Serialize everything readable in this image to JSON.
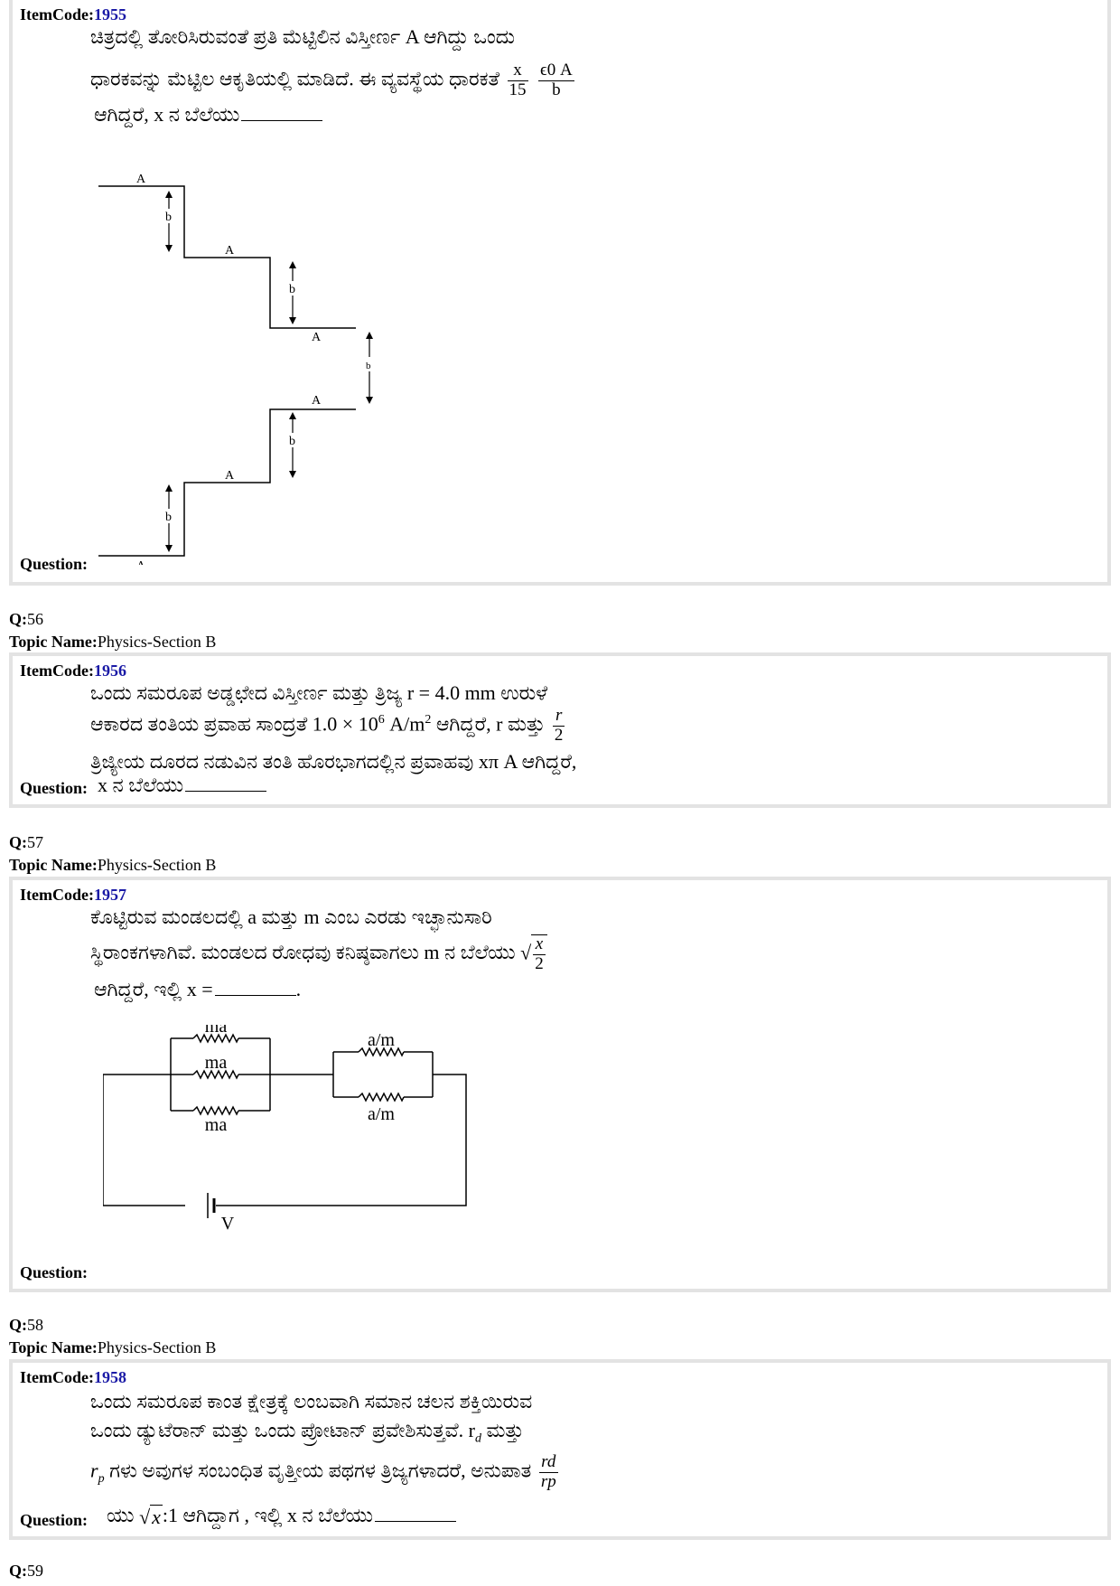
{
  "q55": {
    "item_code_label": "ItemCode:",
    "item_code": "1955",
    "line1": "ಚಿತ್ರದಲ್ಲಿ ತೋರಿಸಿರುವಂತೆ ಪ್ರತಿ ಮೆಟ್ಟಿಲಿನ ವಿಸ್ತೀರ್ಣ A ಆಗಿದ್ದು ಒಂದು",
    "line2": "ಧಾರಕವನ್ನು ಮೆಟ್ಟಿಲ ಆಕೃತಿಯಲ್ಲಿ ಮಾಡಿದೆ. ಈ ವ್ಯವಸ್ಥೆಯ ಧಾರಕತೆ",
    "frac1_num": "x",
    "frac1_den": "15",
    "frac2_num": "ϵ0 A",
    "frac2_den": "b",
    "line3": "ಆಗಿದ್ದರೆ, x ನ ಬೆಲೆಯು",
    "question_label": "Question:",
    "diagram": {
      "label_a": "A",
      "label_b": "b"
    }
  },
  "q56": {
    "q_label": "Q:",
    "q_number": "56",
    "topic_label": "Topic Name:",
    "topic": "Physics-Section B",
    "item_code_label": "ItemCode:",
    "item_code": "1956",
    "line1": "ಒಂದು ಸಮರೂಪ ಅಡ್ಡಛೇದ ವಿಸ್ತೀರ್ಣ ಮತ್ತು ತ್ರಿಜ್ಯ r = 4.0 mm ಉರುಳೆ",
    "line2a": "ಆಕಾರದ ತಂತಿಯ ಪ್ರವಾಹ ಸಾಂದ್ರತೆ 1.0 × 10",
    "line2_sup": "6",
    "line2b": " A/m",
    "line2_sup2": "2",
    "line2c": " ಆಗಿದ್ದರೆ, r ಮತ್ತು",
    "frac_num": "r",
    "frac_den": "2",
    "line3": "ತ್ರಿಜ್ಯೀಯ ದೂರದ ನಡುವಿನ ತಂತಿ ಹೊರಭಾಗದಲ್ಲಿನ ಪ್ರವಾಹವು xπ A ಆಗಿದ್ದರೆ,",
    "line4": "x ನ ಬೆಲೆಯು",
    "question_label": "Question:"
  },
  "q57": {
    "q_label": "Q:",
    "q_number": "57",
    "topic_label": "Topic Name:",
    "topic": "Physics-Section B",
    "item_code_label": "ItemCode:",
    "item_code": "1957",
    "line1": "ಕೊಟ್ಟಿರುವ ಮಂಡಲದಲ್ಲಿ a ಮತ್ತು m ಎಂಬ ಎರಡು ಇಚ್ಛಾನುಸಾರಿ",
    "line2": "ಸ್ಥಿರಾಂಕಗಳಾಗಿವೆ. ಮಂಡಲದ ರೋಧವು ಕನಿಷ್ಠವಾಗಲು m ನ ಬೆಲೆಯು",
    "sqrt_num": "x",
    "sqrt_den": "2",
    "line3": "ಆಗಿದ್ದರೆ, ಇಲ್ಲಿ x =",
    "line3_end": ".",
    "question_label": "Question:",
    "circuit": {
      "r_left": "ma",
      "r_right": "a/m",
      "source": "V"
    }
  },
  "q58": {
    "q_label": "Q:",
    "q_number": "58",
    "topic_label": "Topic Name:",
    "topic": "Physics-Section B",
    "item_code_label": "ItemCode:",
    "item_code": "1958",
    "line1": "ಒಂದು ಸಮರೂಪ ಕಾಂತ ಕ್ಷೇತ್ರಕ್ಕೆ ಲಂಬವಾಗಿ ಸಮಾನ ಚಲನ ಶಕ್ತಿಯಿರುವ",
    "line2": "ಒಂದು ಡ್ಯುಟೆರಾನ್ ಮತ್ತು ಒಂದು ಪ್ರೋಟಾನ್ ಪ್ರವೇಶಿಸುತ್ತವೆ. r",
    "line2_sub": "d",
    "line2_end": " ಮತ್ತು",
    "line3a": "r",
    "line3_sub": "p",
    "line3b": " ಗಳು ಅವುಗಳ ಸಂಬಂಧಿತ ವೃತ್ತೀಯ ಪಥಗಳ ತ್ರಿಜ್ಯಗಳಾದರೆ, ಅನುಪಾತ",
    "frac_num": "rd",
    "frac_den": "rp",
    "line4a": "ಯು",
    "line4_sqrt": "x",
    "line4b": ":1 ಆಗಿದ್ದಾಗ , ಇಲ್ಲಿ x ನ ಬೆಲೆಯು",
    "question_label": "Question:"
  },
  "q59": {
    "q_label": "Q:",
    "q_number": "59"
  }
}
